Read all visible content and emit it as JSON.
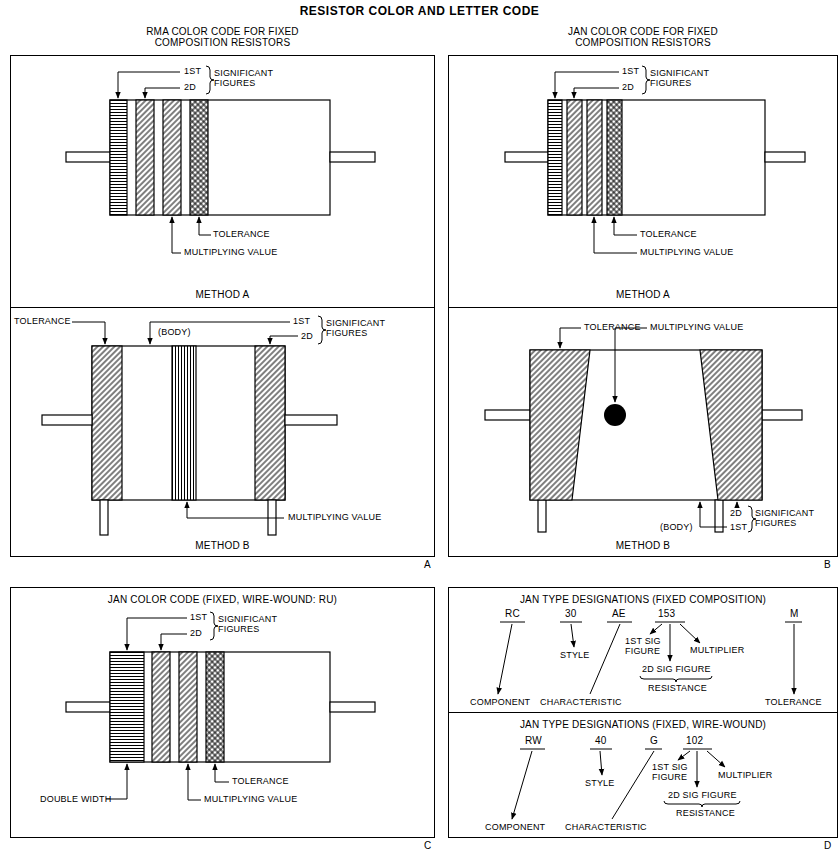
{
  "diagram": {
    "title": "RESISTOR COLOR AND LETTER CODE",
    "nodes": [
      {
        "text": [
          "RMA COLOR CODE FOR FIXED COMPOSITION RESISTORS",
          "METHOD A"
        ]
      },
      {
        "text": [
          "METHOD B"
        ]
      },
      {
        "text": [
          "JAN COLOR CODE FOR FIXED COMPOSITION RESISTORS",
          "METHOD A"
        ]
      },
      {
        "text": [
          "METHOD B"
        ]
      },
      {
        "text": [
          "JAN COLOR CODE (FIXED, WIRE-WOUND: RU)"
        ]
      },
      {
        "text": [
          "JAN TYPE DESIGNATIONS (FIXED COMPOSITION)"
        ]
      },
      {
        "text": [
          "JAN TYPE DESIGNATIONS (FIXED, WIRE-WOUND)"
        ]
      }
    ],
    "labels": [
      "1ST",
      "2D",
      "SIGNIFICANT FIGURES",
      "TOLERANCE",
      "MULTIPLYING VALUE",
      "TOLERANCE",
      "(BODY)",
      "1ST",
      "2D",
      "SIGNIFICANT FIGURES",
      "MULTIPLYING VALUE",
      "1ST",
      "2D",
      "SIGNIFICANT FIGURES",
      "TOLERANCE",
      "MULTIPLYING VALUE",
      "TOLERANCE",
      "MULTIPLYING VALUE",
      "2D",
      "SIGNIFICANT FIGURES",
      "(BODY)",
      "1ST",
      "1ST",
      "2D",
      "SIGNIFICANT FIGURES",
      "DOUBLE WIDTH",
      "TOLERANCE",
      "MULTIPLYING VALUE",
      "RC",
      "30",
      "AE",
      "153",
      "M",
      "STYLE",
      "1ST SIG FIGURE",
      "MULTIPLIER",
      "2D SIG FIGURE",
      "RESISTANCE",
      "COMPONENT",
      "CHARACTERISTIC",
      "TOLERANCE",
      "RW",
      "40",
      "G",
      "102",
      "STYLE",
      "1ST SIG FIGURE",
      "MULTIPLIER",
      "2D SIG FIGURE",
      "RESISTANCE",
      "COMPONENT",
      "CHARACTERISTIC",
      "A",
      "B",
      "C",
      "D"
    ]
  }
}
